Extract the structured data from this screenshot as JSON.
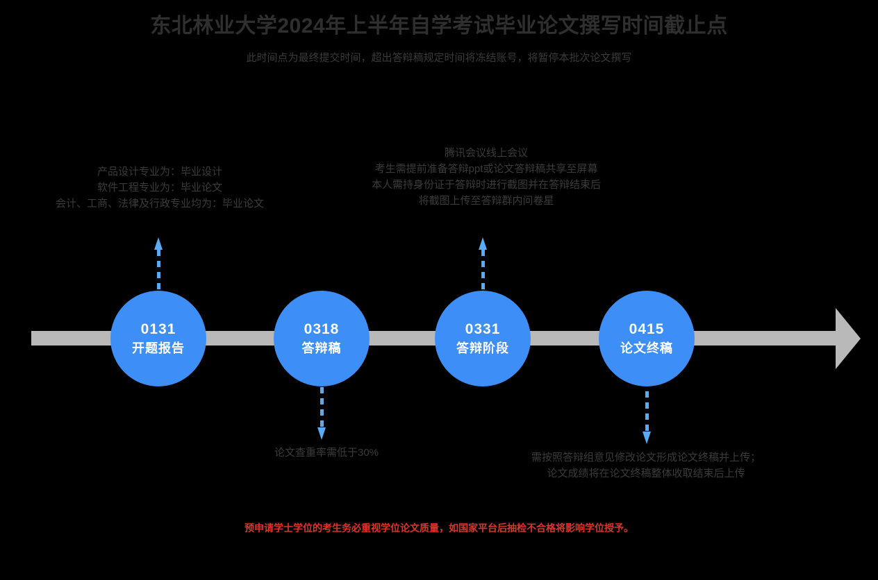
{
  "header": {
    "title": "东北林业大学2024年上半年自学考试毕业论文撰写时间截止点",
    "subtitle": "此时间点为最终提交时间，超出答辩稿规定时间将冻结账号，将暂停本批次论文撰写"
  },
  "notes": {
    "left": {
      "line1": "产品设计专业为：毕业设计",
      "line2": "软件工程专业为：毕业论文",
      "line3": "会计、工商、法律及行政专业均为：毕业论文"
    },
    "middle": {
      "line1": "腾讯会议线上会议",
      "line2": "考生需提前准备答辩ppt或论文答辩稿共享至屏幕",
      "line3": "本人需持身份证于答辩时进行截图并在答辩结束后",
      "line4": "将截图上传至答辩群内问卷星"
    },
    "below_second": {
      "line1": "论文查重率需低于30%"
    },
    "below_fourth": {
      "line1": "需按照答辩组意见修改论文形成论文终稿并上传；",
      "line2": "论文成绩将在论文终稿整体收取结束后上传"
    }
  },
  "warning": "预申请学士学位的考生务必重视学位论文质量，如国家平台后抽检不合格将影响学位授予。",
  "timeline": {
    "milestones": [
      {
        "date": "0131",
        "label": "开题报告"
      },
      {
        "date": "0318",
        "label": "答辩稿"
      },
      {
        "date": "0331",
        "label": "答辩阶段"
      },
      {
        "date": "0415",
        "label": "论文终稿"
      }
    ]
  },
  "colors": {
    "background": "#000000",
    "circle_blue": "#3d8ef7",
    "connector_blue": "#5aabf5",
    "bar_gray": "#b9b9b9",
    "text_dark": "#3b3b3b",
    "warning_red": "#d9362b"
  },
  "chart_data": {
    "type": "timeline",
    "title": "东北林业大学2024年上半年自学考试毕业论文撰写时间截止点",
    "subtitle": "此时间点为最终提交时间，超出答辩稿规定时间将冻结账号，将暂停本批次论文撰写",
    "orientation": "horizontal",
    "direction": "left-to-right",
    "nodes": [
      {
        "date": "0131",
        "label": "开题报告",
        "annotation_position": "above",
        "annotation": "产品设计专业为：毕业设计 / 软件工程专业为：毕业论文 / 会计、工商、法律及行政专业均为：毕业论文"
      },
      {
        "date": "0318",
        "label": "答辩稿",
        "annotation_position": "below",
        "annotation": "论文查重率需低于30%"
      },
      {
        "date": "0331",
        "label": "答辩阶段",
        "annotation_position": "above",
        "annotation": "腾讯会议线上会议 / 考生需提前准备答辩ppt或论文答辩稿共享至屏幕 / 本人需持身份证于答辩时进行截图并在答辩结束后 / 将截图上传至答辩群内问卷星"
      },
      {
        "date": "0415",
        "label": "论文终稿",
        "annotation_position": "below",
        "annotation": "需按照答辩组意见修改论文形成论文终稿并上传；/ 论文成绩将在论文终稿整体收取结束后上传"
      }
    ],
    "footer_note": "预申请学士学位的考生务必重视学位论文质量，如国家平台后抽检不合格将影响学位授予。"
  }
}
